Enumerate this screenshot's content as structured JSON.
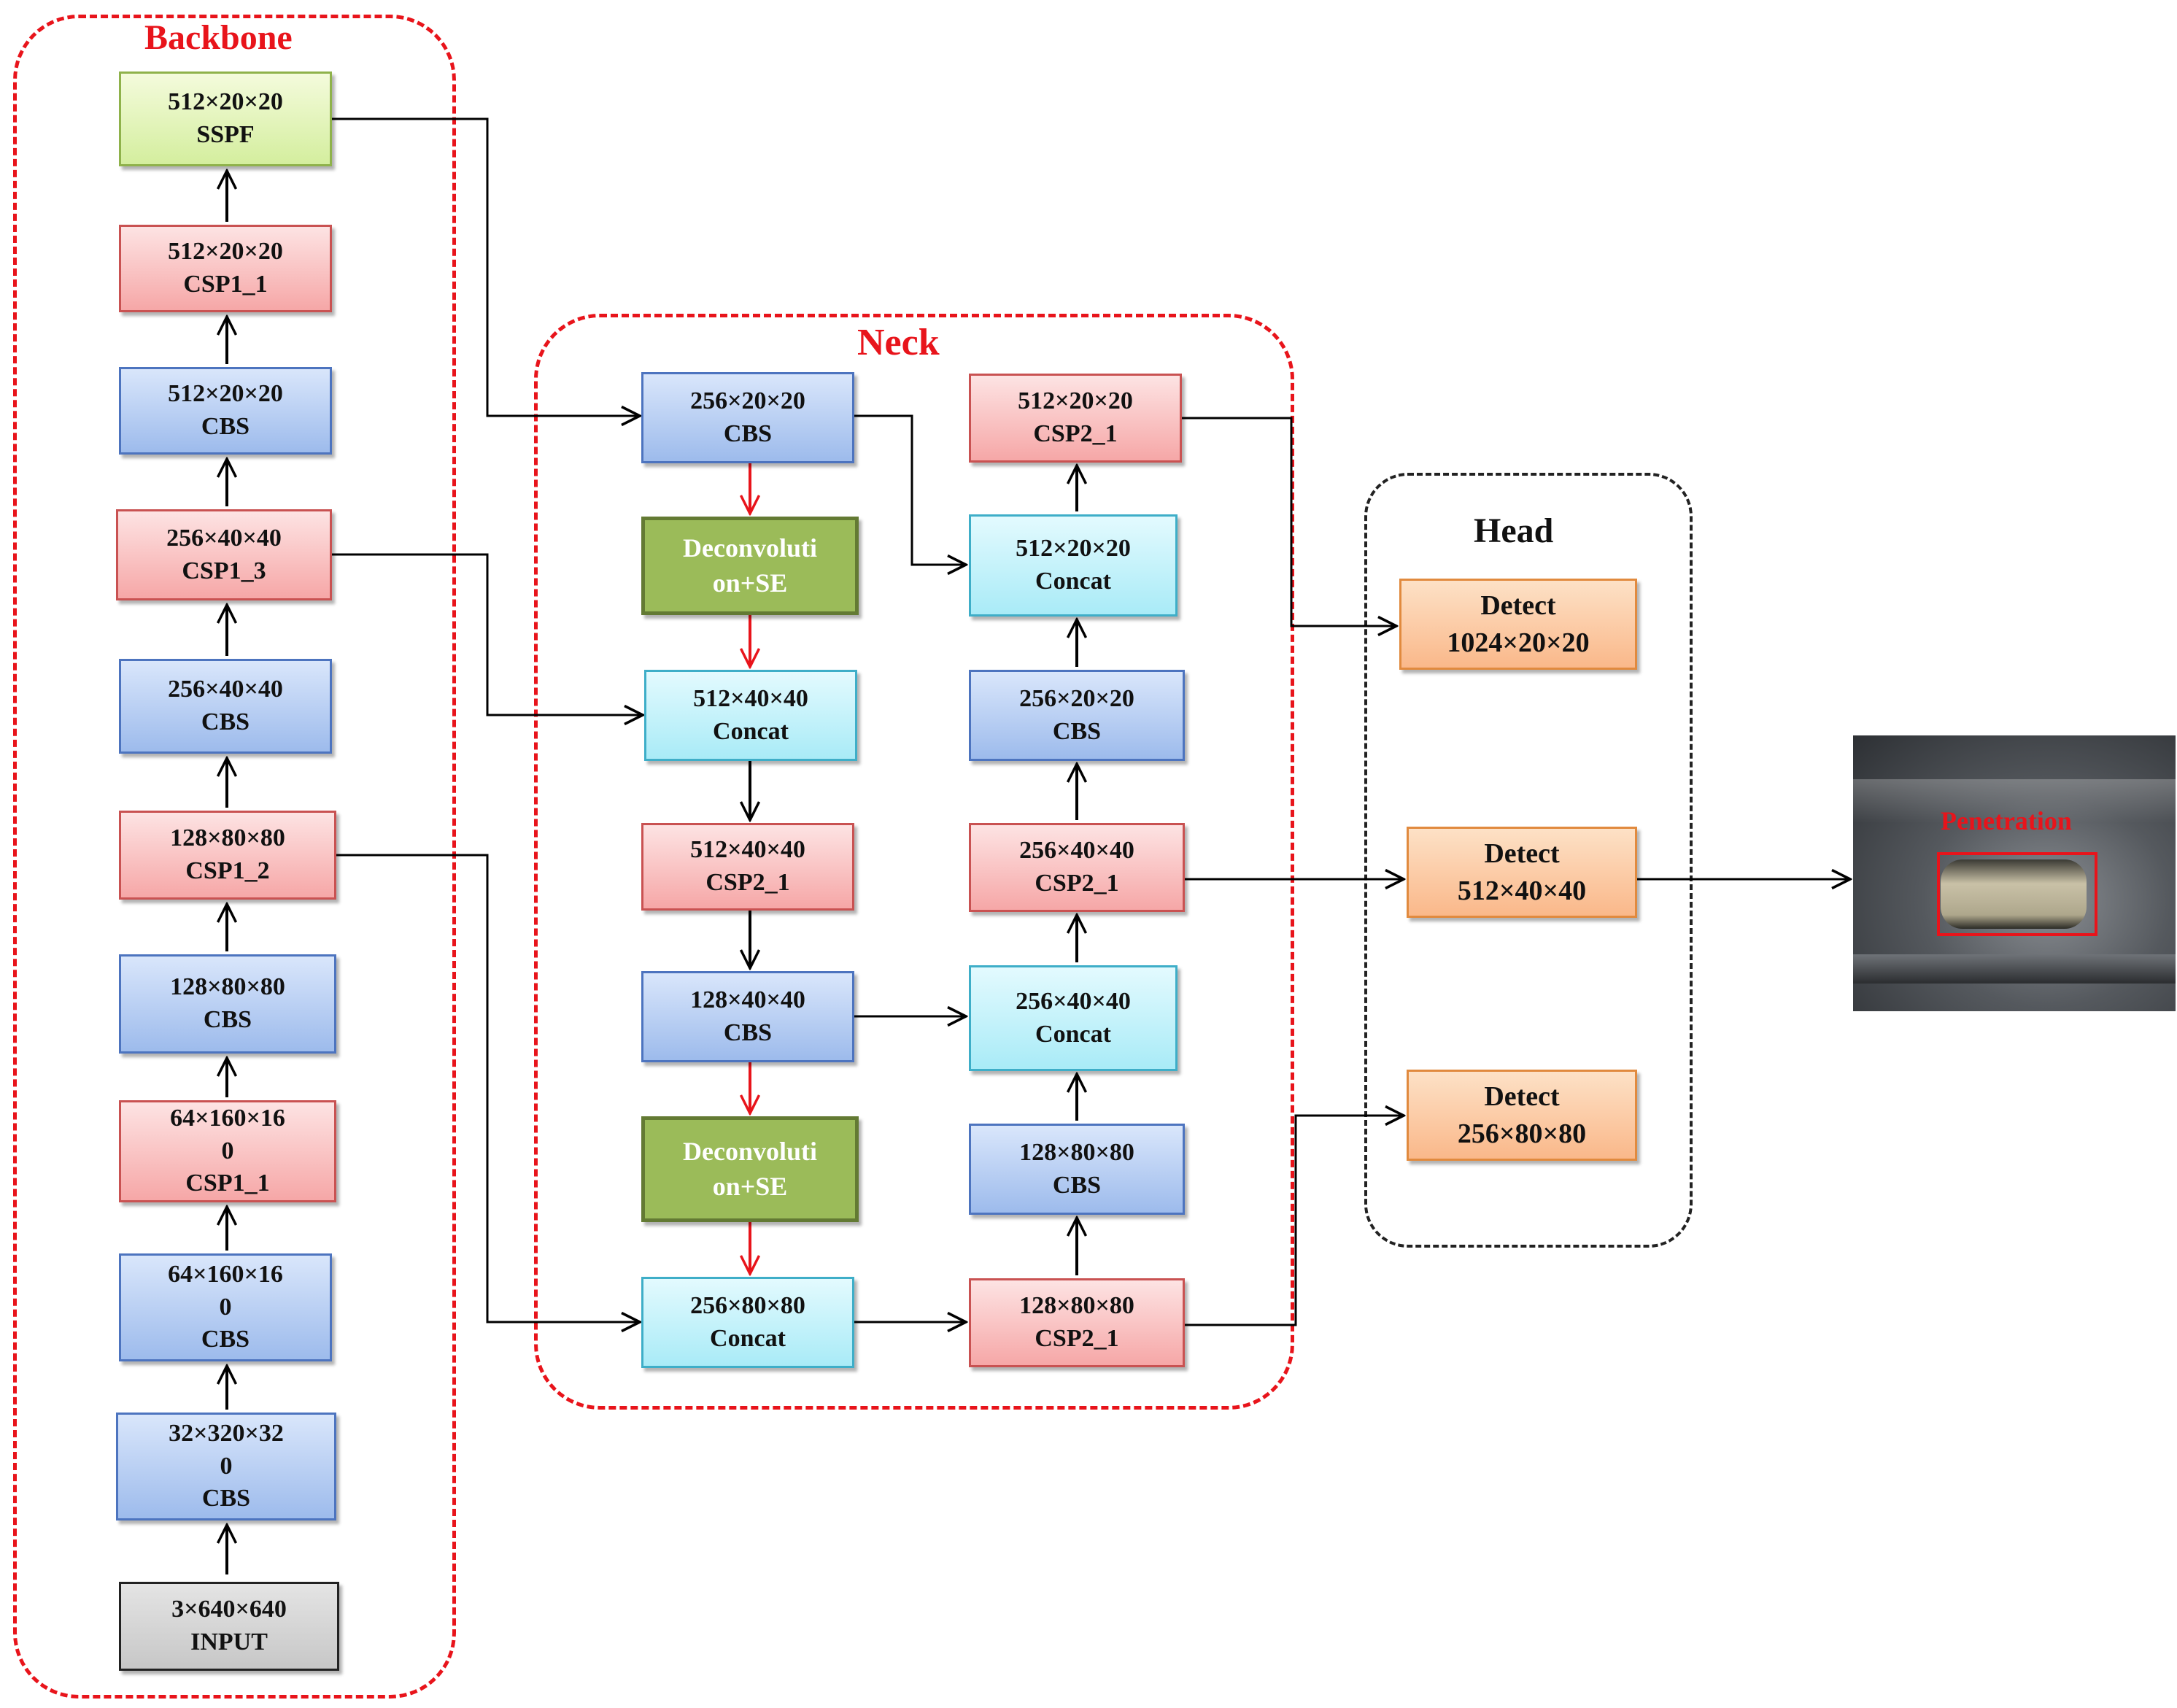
{
  "regions": {
    "backbone": "Backbone",
    "neck": "Neck",
    "head": "Head"
  },
  "backbone": {
    "sspf": {
      "dims": "512×20×20",
      "name": "SSPF"
    },
    "csp1_1a": {
      "dims": "512×20×20",
      "name": "CSP1_1"
    },
    "cbs1": {
      "dims": "512×20×20",
      "name": "CBS"
    },
    "csp1_3": {
      "dims": "256×40×40",
      "name": "CSP1_3"
    },
    "cbs2": {
      "dims": "256×40×40",
      "name": "CBS"
    },
    "csp1_2": {
      "dims": "128×80×80",
      "name": "CSP1_2"
    },
    "cbs3": {
      "dims": "128×80×80",
      "name": "CBS"
    },
    "csp1_1b": {
      "dims1": "64×160×16",
      "dims2": "0",
      "name": "CSP1_1"
    },
    "cbs4": {
      "dims1": "64×160×16",
      "dims2": "0",
      "name": "CBS"
    },
    "cbs5": {
      "dims1": "32×320×32",
      "dims2": "0",
      "name": "CBS"
    },
    "input": {
      "dims": "3×640×640",
      "name": "INPUT"
    }
  },
  "neck": {
    "n_cbs1": {
      "dims": "256×20×20",
      "name": "CBS"
    },
    "n_deconv1": {
      "line1": "Deconvoluti",
      "line2": "on+SE"
    },
    "n_concat1": {
      "dims": "512×40×40",
      "name": "Concat"
    },
    "n_csp1": {
      "dims": "512×40×40",
      "name": "CSP2_1"
    },
    "n_cbs2": {
      "dims": "128×40×40",
      "name": "CBS"
    },
    "n_deconv2": {
      "line1": "Deconvoluti",
      "line2": "on+SE"
    },
    "n_concat2": {
      "dims": "256×80×80",
      "name": "Concat"
    },
    "r_csp4": {
      "dims": "512×20×20",
      "name": "CSP2_1"
    },
    "r_concat3": {
      "dims": "512×20×20",
      "name": "Concat"
    },
    "r_cbs4": {
      "dims": "256×20×20",
      "name": "CBS"
    },
    "r_csp3": {
      "dims": "256×40×40",
      "name": "CSP2_1"
    },
    "r_concat2": {
      "dims": "256×40×40",
      "name": "Concat"
    },
    "r_cbs3": {
      "dims": "128×80×80",
      "name": "CBS"
    },
    "r_csp2": {
      "dims": "128×80×80",
      "name": "CSP2_1"
    }
  },
  "head": {
    "det1": {
      "name": "Detect",
      "dims": "1024×20×20"
    },
    "det2": {
      "name": "Detect",
      "dims": "512×40×40"
    },
    "det3": {
      "name": "Detect",
      "dims": "256×80×80"
    }
  },
  "output_image": {
    "label": "Penetration"
  },
  "colors": {
    "region_border": "#e8141b",
    "head_border": "#222222",
    "csp_block": "#f6a7a7",
    "cbs_block": "#9dbbec",
    "concat_block": "#a9ebf7",
    "deconv_block": "#9bbb59",
    "sspf_block": "#d4ee9e",
    "input_block": "#c7c7c7",
    "detect_block": "#fab88a",
    "red_arrow": "#e8141b",
    "black_arrow": "#000000"
  }
}
